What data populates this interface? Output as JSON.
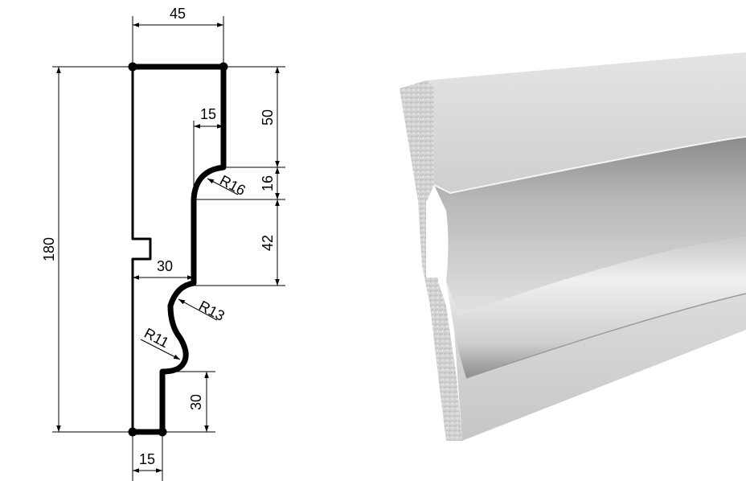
{
  "drawing": {
    "width_total": "45",
    "height_total": "180",
    "top_flat": "50",
    "upper_cove_height": "16",
    "middle_flat": "42",
    "bottom_flat": "30",
    "upper_step": "15",
    "middle_depth": "30",
    "bottom_width": "15",
    "radius_upper": "R16",
    "radius_mid": "R13",
    "radius_low": "R11"
  },
  "colors": {
    "line": "#000000",
    "molding": "#d8d8d8"
  }
}
